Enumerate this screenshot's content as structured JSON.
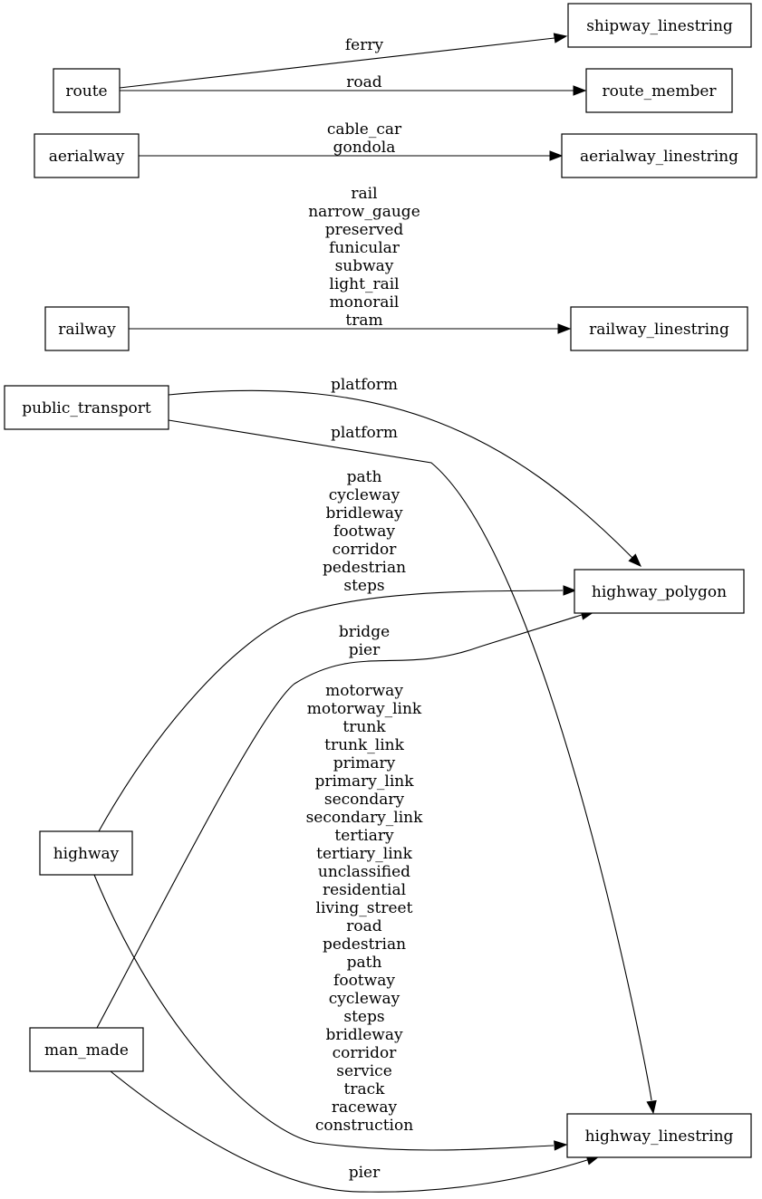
{
  "nodes": {
    "route": "route",
    "aerialway": "aerialway",
    "railway": "railway",
    "public_transport": "public_transport",
    "highway": "highway",
    "man_made": "man_made",
    "shipway_linestring": "shipway_linestring",
    "route_member": "route_member",
    "aerialway_linestring": "aerialway_linestring",
    "railway_linestring": "railway_linestring",
    "highway_polygon": "highway_polygon",
    "highway_linestring": "highway_linestring"
  },
  "edges": [
    {
      "from": "route",
      "to": "shipway_linestring",
      "labels": [
        "ferry"
      ]
    },
    {
      "from": "route",
      "to": "route_member",
      "labels": [
        "road"
      ]
    },
    {
      "from": "aerialway",
      "to": "aerialway_linestring",
      "labels": [
        "cable_car",
        "gondola"
      ]
    },
    {
      "from": "railway",
      "to": "railway_linestring",
      "labels": [
        "rail",
        "narrow_gauge",
        "preserved",
        "funicular",
        "subway",
        "light_rail",
        "monorail",
        "tram"
      ]
    },
    {
      "from": "public_transport",
      "to": "highway_polygon",
      "labels": [
        "platform"
      ]
    },
    {
      "from": "public_transport",
      "to": "highway_linestring",
      "labels": [
        "platform"
      ]
    },
    {
      "from": "highway",
      "to": "highway_polygon",
      "labels": [
        "path",
        "cycleway",
        "bridleway",
        "footway",
        "corridor",
        "pedestrian",
        "steps"
      ]
    },
    {
      "from": "man_made",
      "to": "highway_polygon",
      "labels": [
        "bridge",
        "pier"
      ]
    },
    {
      "from": "highway",
      "to": "highway_linestring",
      "labels": [
        "motorway",
        "motorway_link",
        "trunk",
        "trunk_link",
        "primary",
        "primary_link",
        "secondary",
        "secondary_link",
        "tertiary",
        "tertiary_link",
        "unclassified",
        "residential",
        "living_street",
        "road",
        "pedestrian",
        "path",
        "footway",
        "cycleway",
        "steps",
        "bridleway",
        "corridor",
        "service",
        "track",
        "raceway",
        "construction"
      ]
    },
    {
      "from": "man_made",
      "to": "highway_linestring",
      "labels": [
        "pier"
      ]
    }
  ]
}
